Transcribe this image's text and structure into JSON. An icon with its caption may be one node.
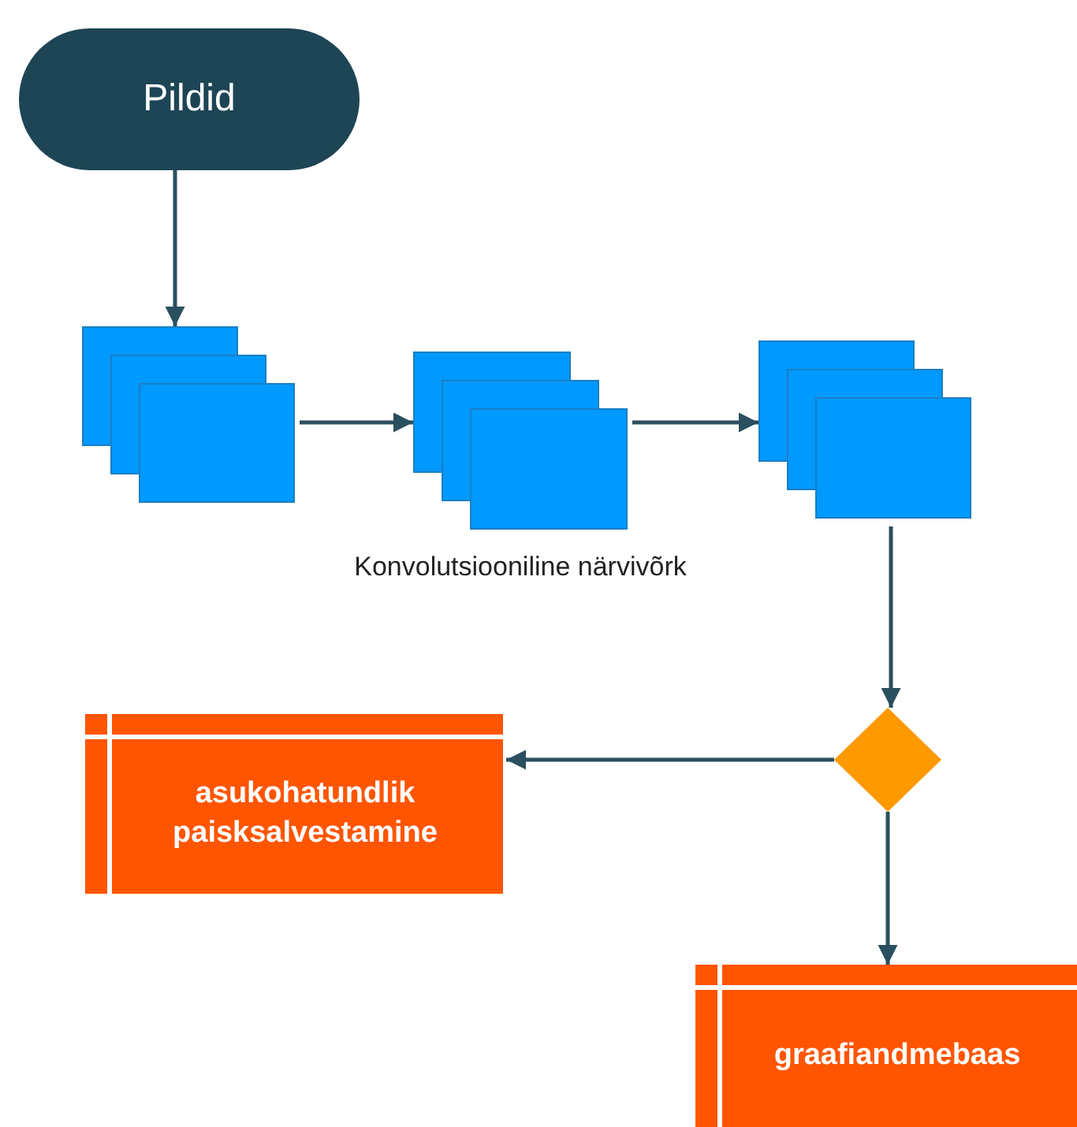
{
  "diagram": {
    "nodes": [
      {
        "text": [
          "Pildid"
        ]
      },
      {
        "text": [],
        "shape": "box"
      },
      {
        "text": [],
        "shape": "box"
      },
      {
        "text": [],
        "shape": "box"
      },
      {
        "text": [],
        "shape": "diamond"
      },
      {
        "text": [
          "asukohatundlik paisksalvestamine"
        ]
      },
      {
        "text": [
          "graafiandmebaas"
        ]
      }
    ],
    "edges": [
      {
        "from": 0,
        "to": 1,
        "arrow": "to"
      },
      {
        "from": 1,
        "to": 2,
        "arrow": "to"
      },
      {
        "from": 2,
        "to": 3,
        "arrow": "to"
      },
      {
        "from": 3,
        "to": 4,
        "arrow": "to"
      },
      {
        "from": 4,
        "to": 5,
        "arrow": "to"
      },
      {
        "from": 4,
        "to": 6,
        "arrow": "to"
      }
    ],
    "labels": [
      "Konvolutsiooniline närvivõrk"
    ]
  }
}
